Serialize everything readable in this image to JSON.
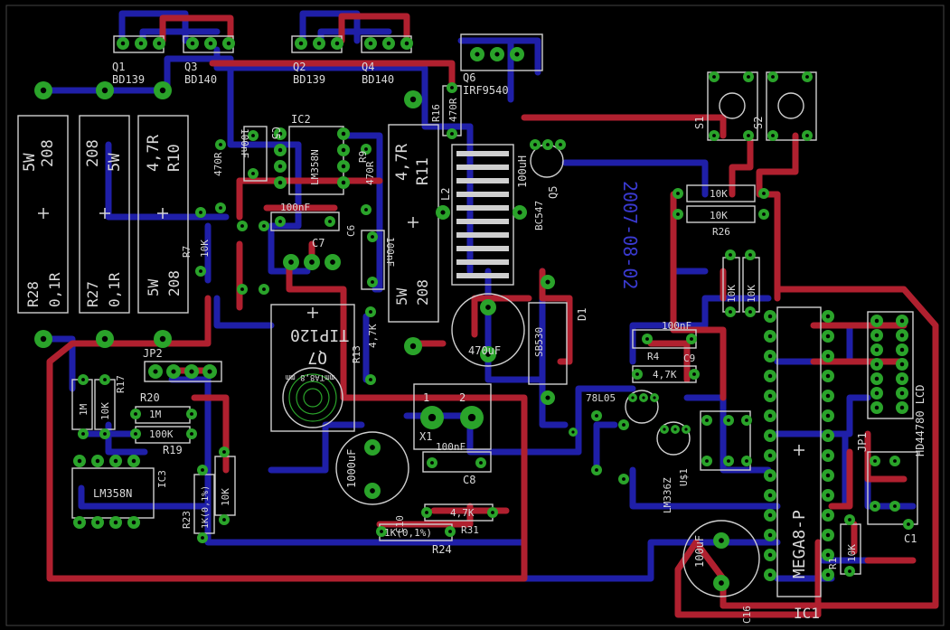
{
  "colors": {
    "background": "#000000",
    "bottom_trace": "#1f1fa8",
    "top_trace": "#b0202f",
    "pad": "#2aa32a",
    "silkscreen": "#d9d9d9",
    "date_text": "#3a3ad0"
  },
  "labels": {
    "q1_name": "Q1",
    "q1_value": "BD139",
    "q3_name": "Q3",
    "q3_value": "BD140",
    "q2_name": "Q2",
    "q2_value": "BD139",
    "q4_name": "Q4",
    "q4_value": "BD140",
    "q6_name": "Q6",
    "q6_value": "IRF9540",
    "q5_name": "Q5",
    "q5_value": "BC547",
    "q7_name": "Q7",
    "q7_value": "TIP120",
    "r28_top": "208",
    "r28_top_w": "5W",
    "r28_name": "R28",
    "r28_value": "0,1R",
    "r27_top": "208",
    "r27_top_w": "5W",
    "r27_name": "R27",
    "r27_value": "0,1R",
    "r10_value": "4,7R",
    "r10_name": "R10",
    "r10_w": "5W",
    "r10_pkg": "208",
    "r11_value": "4,7R",
    "r11_name": "R11",
    "r11_w": "5W",
    "r11_pkg": "208",
    "ic2_name": "IC2",
    "ic2_value": "LM358N",
    "ic3_name": "IC3",
    "ic3_value": "LM358N",
    "ic1_name": "IC1",
    "ic1_value": "MEGA8-P",
    "c5_name": "C5",
    "c5_value": "100nF",
    "c7_name": "C7",
    "c7_value": "100nF",
    "c6_name": "C6",
    "c6_value": "100nF",
    "c8_name": "C8",
    "c8_value": "100nF",
    "c9_name": "C9",
    "c9_value": "100nF",
    "c1_name": "C1",
    "c10_name": "C10",
    "c10_value": "1000uF",
    "c11_value": "470uF",
    "c16_name": "C16",
    "c16_value": "100uF",
    "l2_name": "L2",
    "l2_value": "100uH",
    "d1_name": "D1",
    "d1_value": "SB530",
    "r16_name": "R16",
    "r16_value": "470R",
    "r8_value": "470R",
    "r9_name": "R9",
    "r9_value": "470R",
    "r7_name": "R7",
    "r7_value": "10K",
    "r13_name": "R13",
    "r13_value": "4,7K",
    "r17_name": "R17",
    "r17_value": "10K",
    "r18_value": "1M",
    "r20_name": "R20",
    "r20_value": "1M",
    "r19_name": "R19",
    "r19_value": "100K",
    "r21_value": "10K",
    "r22_value": "1K(0,1%)",
    "r23_name": "R23",
    "r24_name": "R24",
    "r24_value": "1K(0,1%)",
    "r31_value": "4,7K",
    "r31_name": "R31",
    "r4_name": "R4",
    "r4_value": "4,7K",
    "r26_name": "R26",
    "r26_value": "10K",
    "r29_value": "10K",
    "r15_value": "10K",
    "r14_value": "10K",
    "r1_name": "R1",
    "r1_value": "10K",
    "s1_name": "S1",
    "s2_name": "S2",
    "jp1_name": "JP1",
    "jp2_name": "JP2",
    "x1_name": "X1",
    "x1_pin1": "1",
    "x1_pin2": "2",
    "u1_name": "U$1",
    "u1_value": "LM336Z",
    "reg_value": "78L05",
    "lcd_label": "HD44780 LCD",
    "heatsink_label": "mmTA8,8 mm",
    "date": "2007-08-02"
  }
}
